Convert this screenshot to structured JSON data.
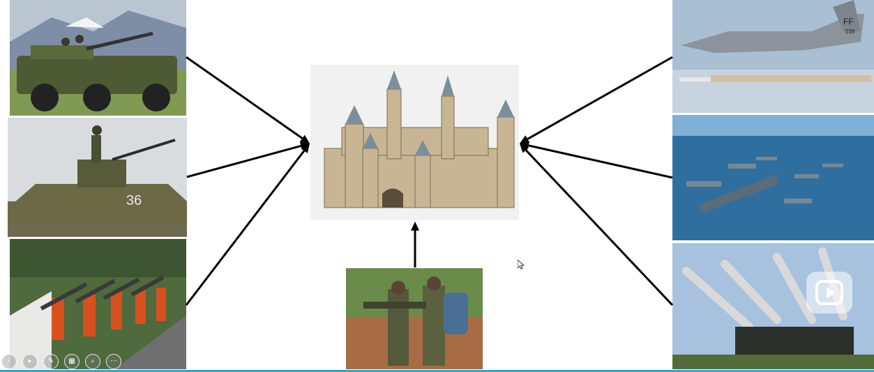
{
  "photos": {
    "towed_artillery_jeep": "military jeep with mounted gun",
    "armored_vehicle_with_gun": "armored vehicle with machine gun",
    "missile_firing_soldiers": "soldiers firing shoulder missiles",
    "castle": "castle",
    "infantry_soldiers": "soldiers carrying rocket launcher",
    "fighter_jet": "fighter jet firing missile",
    "naval_fleet": "aircraft carrier fleet",
    "missile_launcher": "surface-to-air missile launcher"
  },
  "jet_tail_code": "FF",
  "jet_serial": "039",
  "tank_number": "36",
  "toolbar_icons": [
    "prev-icon",
    "play-icon",
    "pen-icon",
    "grid-icon",
    "zoom-icon",
    "more-icon"
  ],
  "colors": {
    "arrow": "#000000",
    "accent_line": "#2aa6d8"
  }
}
